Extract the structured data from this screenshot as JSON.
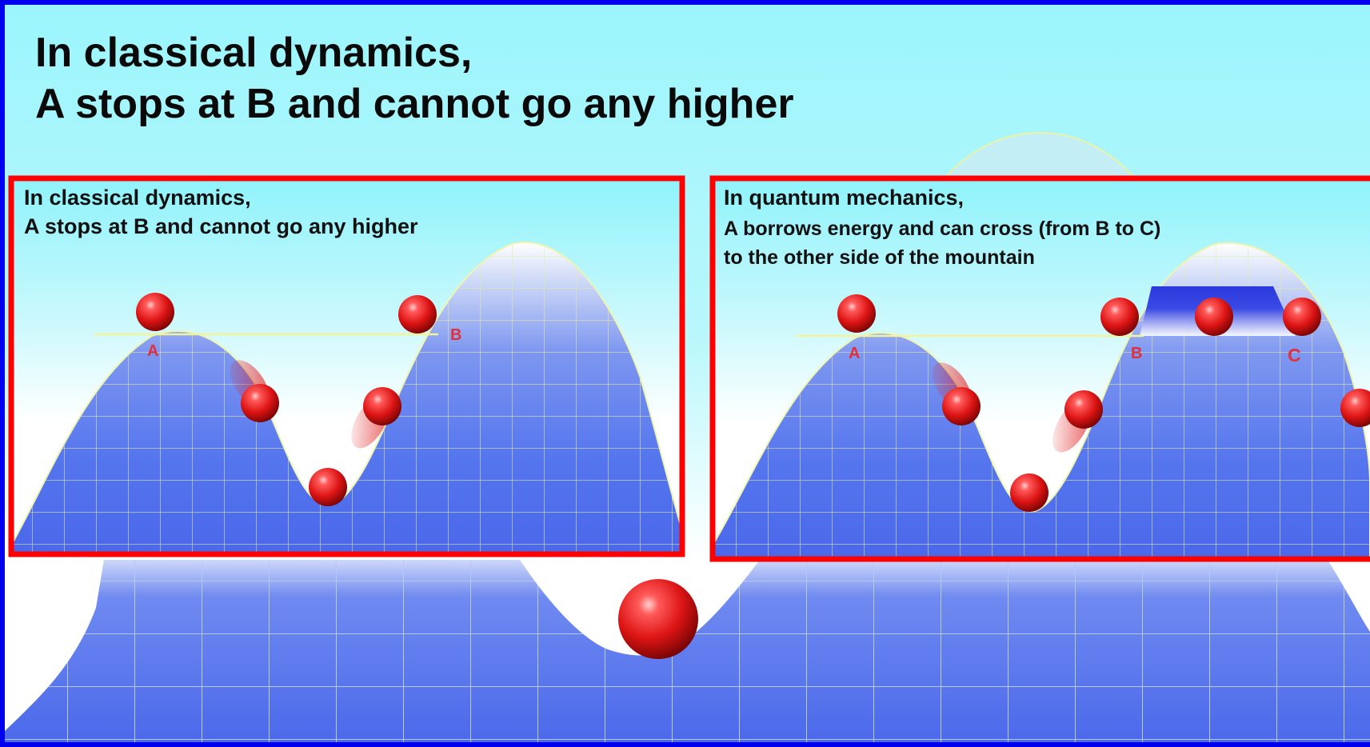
{
  "header": {
    "line1": "In classical dynamics,",
    "line2": "A stops at B and cannot go any higher"
  },
  "panels": {
    "classical": {
      "caption_line1": "In classical dynamics,",
      "caption_line2": "A stops at B and cannot go any higher",
      "label_a": "A",
      "label_b": "B"
    },
    "quantum": {
      "caption_line1": "In quantum mechanics,",
      "caption_line2": "A borrows energy and can cross (from B to C)",
      "caption_line3": "to the other side of the mountain",
      "label_a": "A",
      "label_b": "B",
      "label_c": "C"
    }
  },
  "colors": {
    "outer_border": "#0000ee",
    "panel_border": "#ff0000",
    "sky_top": "#8ff4fb",
    "landscape_fill": "#4f6fef",
    "ball": "#e11a1a",
    "energy_line": "#f3f39a",
    "tunnel_band": "#2f3ee0"
  }
}
